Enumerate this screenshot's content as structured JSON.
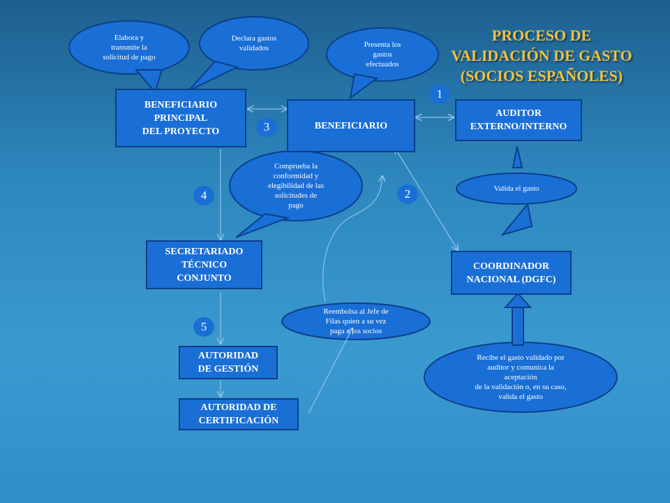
{
  "title": "PROCESO DE\nVALIDACIÓN DE GASTO\n(SOCIOS ESPAÑOLES)",
  "boxes": {
    "beneficiario_principal": "BENEFICIARIO\nPRINCIPAL\nDEL PROYECTO",
    "beneficiario": "BENEFICIARIO",
    "auditor": "AUDITOR\nEXTERNO/INTERNO",
    "secretariado": "SECRETARIADO\nTÉCNICO\nCONJUNTO",
    "coordinador": "COORDINADOR\nNACIONAL (DGFC)",
    "autoridad_gestion": "AUTORIDAD\nDE GESTIÓN",
    "autoridad_certificacion": "AUTORIDAD DE\nCERTIFICACIÓN"
  },
  "bubbles": {
    "elabora": "Elabora y\ntransmite la\nsolicitud de pago",
    "declara": "Declara gastos\nvalidados",
    "presenta": "Presenta los\ngastos\nefectuados",
    "comprueba": "Comprueba la\nconformidad y\nelegibilidad de las\nsolicitudes de\npago",
    "valida": "Valida el gasto",
    "reembolsa": "Reembolsa  al Jefe de\nFilas quien a su vez\npaga a los socios",
    "recibe": "Recibe el gasto validado por\nauditor y comunica la\naceptación\nde la validación o, en su caso,\nvalida el gasto"
  },
  "steps": [
    "1",
    "2",
    "3",
    "4",
    "5"
  ],
  "colors": {
    "box": "#1a6fd6",
    "title": "#f0c040",
    "background": "#2d87bd"
  }
}
